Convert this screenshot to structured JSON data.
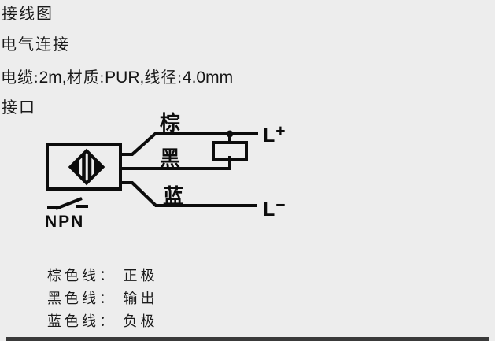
{
  "page": {
    "background_color": "#ededed",
    "line_color": "#0c0c0c"
  },
  "header": {
    "title": "接线图",
    "subtitle": "电气连接",
    "cable_spec_segments": [
      {
        "text": "电缆:"
      },
      {
        "text": "2m,"
      },
      {
        "text": "材质:"
      },
      {
        "text": "PUR,"
      },
      {
        "text": "线径:"
      },
      {
        "text": "4.0mm"
      }
    ],
    "section_label": "接口"
  },
  "diagram": {
    "wire_labels": {
      "brown": "棕",
      "black": "黑",
      "blue": "蓝"
    },
    "terminals": {
      "positive_letter": "L",
      "positive_sign": "+",
      "negative_letter": "L",
      "negative_sign": "−"
    },
    "transistor_type": "NPN",
    "icon_names": [
      "sensor-body",
      "sensor-symbol",
      "load-resistor",
      "junction-dot",
      "switch-icon",
      "wire-brown",
      "wire-black",
      "wire-blue"
    ]
  },
  "legend": {
    "lines": [
      "棕色线： 正极",
      "黑色线： 输出",
      "蓝色线： 负极"
    ]
  }
}
